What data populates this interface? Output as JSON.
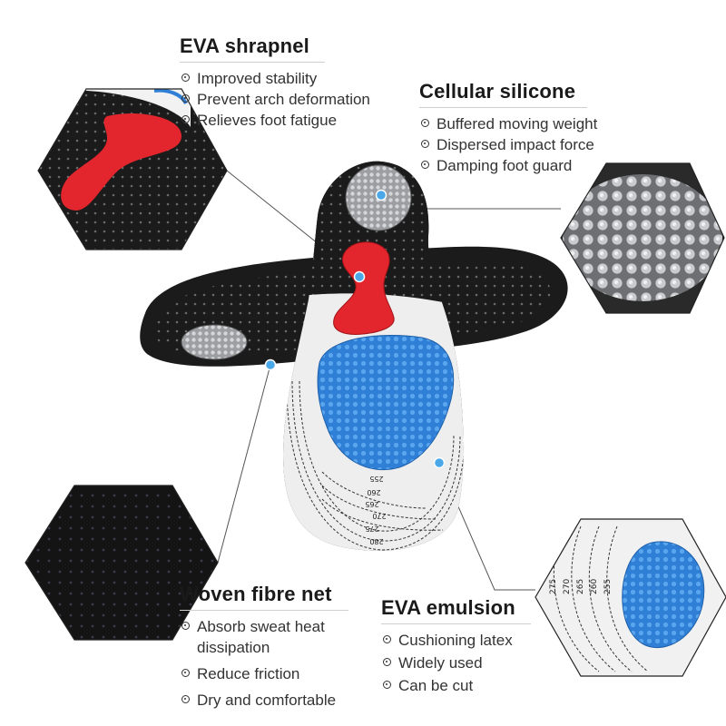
{
  "features": {
    "eva_shrapnel": {
      "title": "EVA shrapnel",
      "points": [
        "Improved stability",
        "Prevent arch deformation",
        "Relieves foot fatigue"
      ]
    },
    "cellular_silicone": {
      "title": "Cellular silicone",
      "points": [
        "Buffered moving weight",
        "Dispersed impact force",
        "Damping foot guard"
      ]
    },
    "woven_fibre_net": {
      "title": "Woven fibre net",
      "points": [
        "Absorb sweat heat dissipation",
        "Reduce friction",
        "Dry and comfortable"
      ]
    },
    "eva_emulsion": {
      "title": "EVA emulsion",
      "points": [
        "Cushioning latex",
        "Widely used",
        "Can be cut"
      ]
    }
  },
  "size_markings": [
    "255",
    "260",
    "265",
    "270",
    "275",
    "280"
  ],
  "detail_size_markings": [
    "275",
    "270",
    "265",
    "260",
    "255"
  ],
  "colors": {
    "insole_black": "#1b1b1b",
    "insole_white": "#eeeeee",
    "shrapnel_red": "#e3262d",
    "gel_blue": "#2f7fd6",
    "silicone_gray": "#a9abae",
    "pointer": "#4aa8e8"
  }
}
